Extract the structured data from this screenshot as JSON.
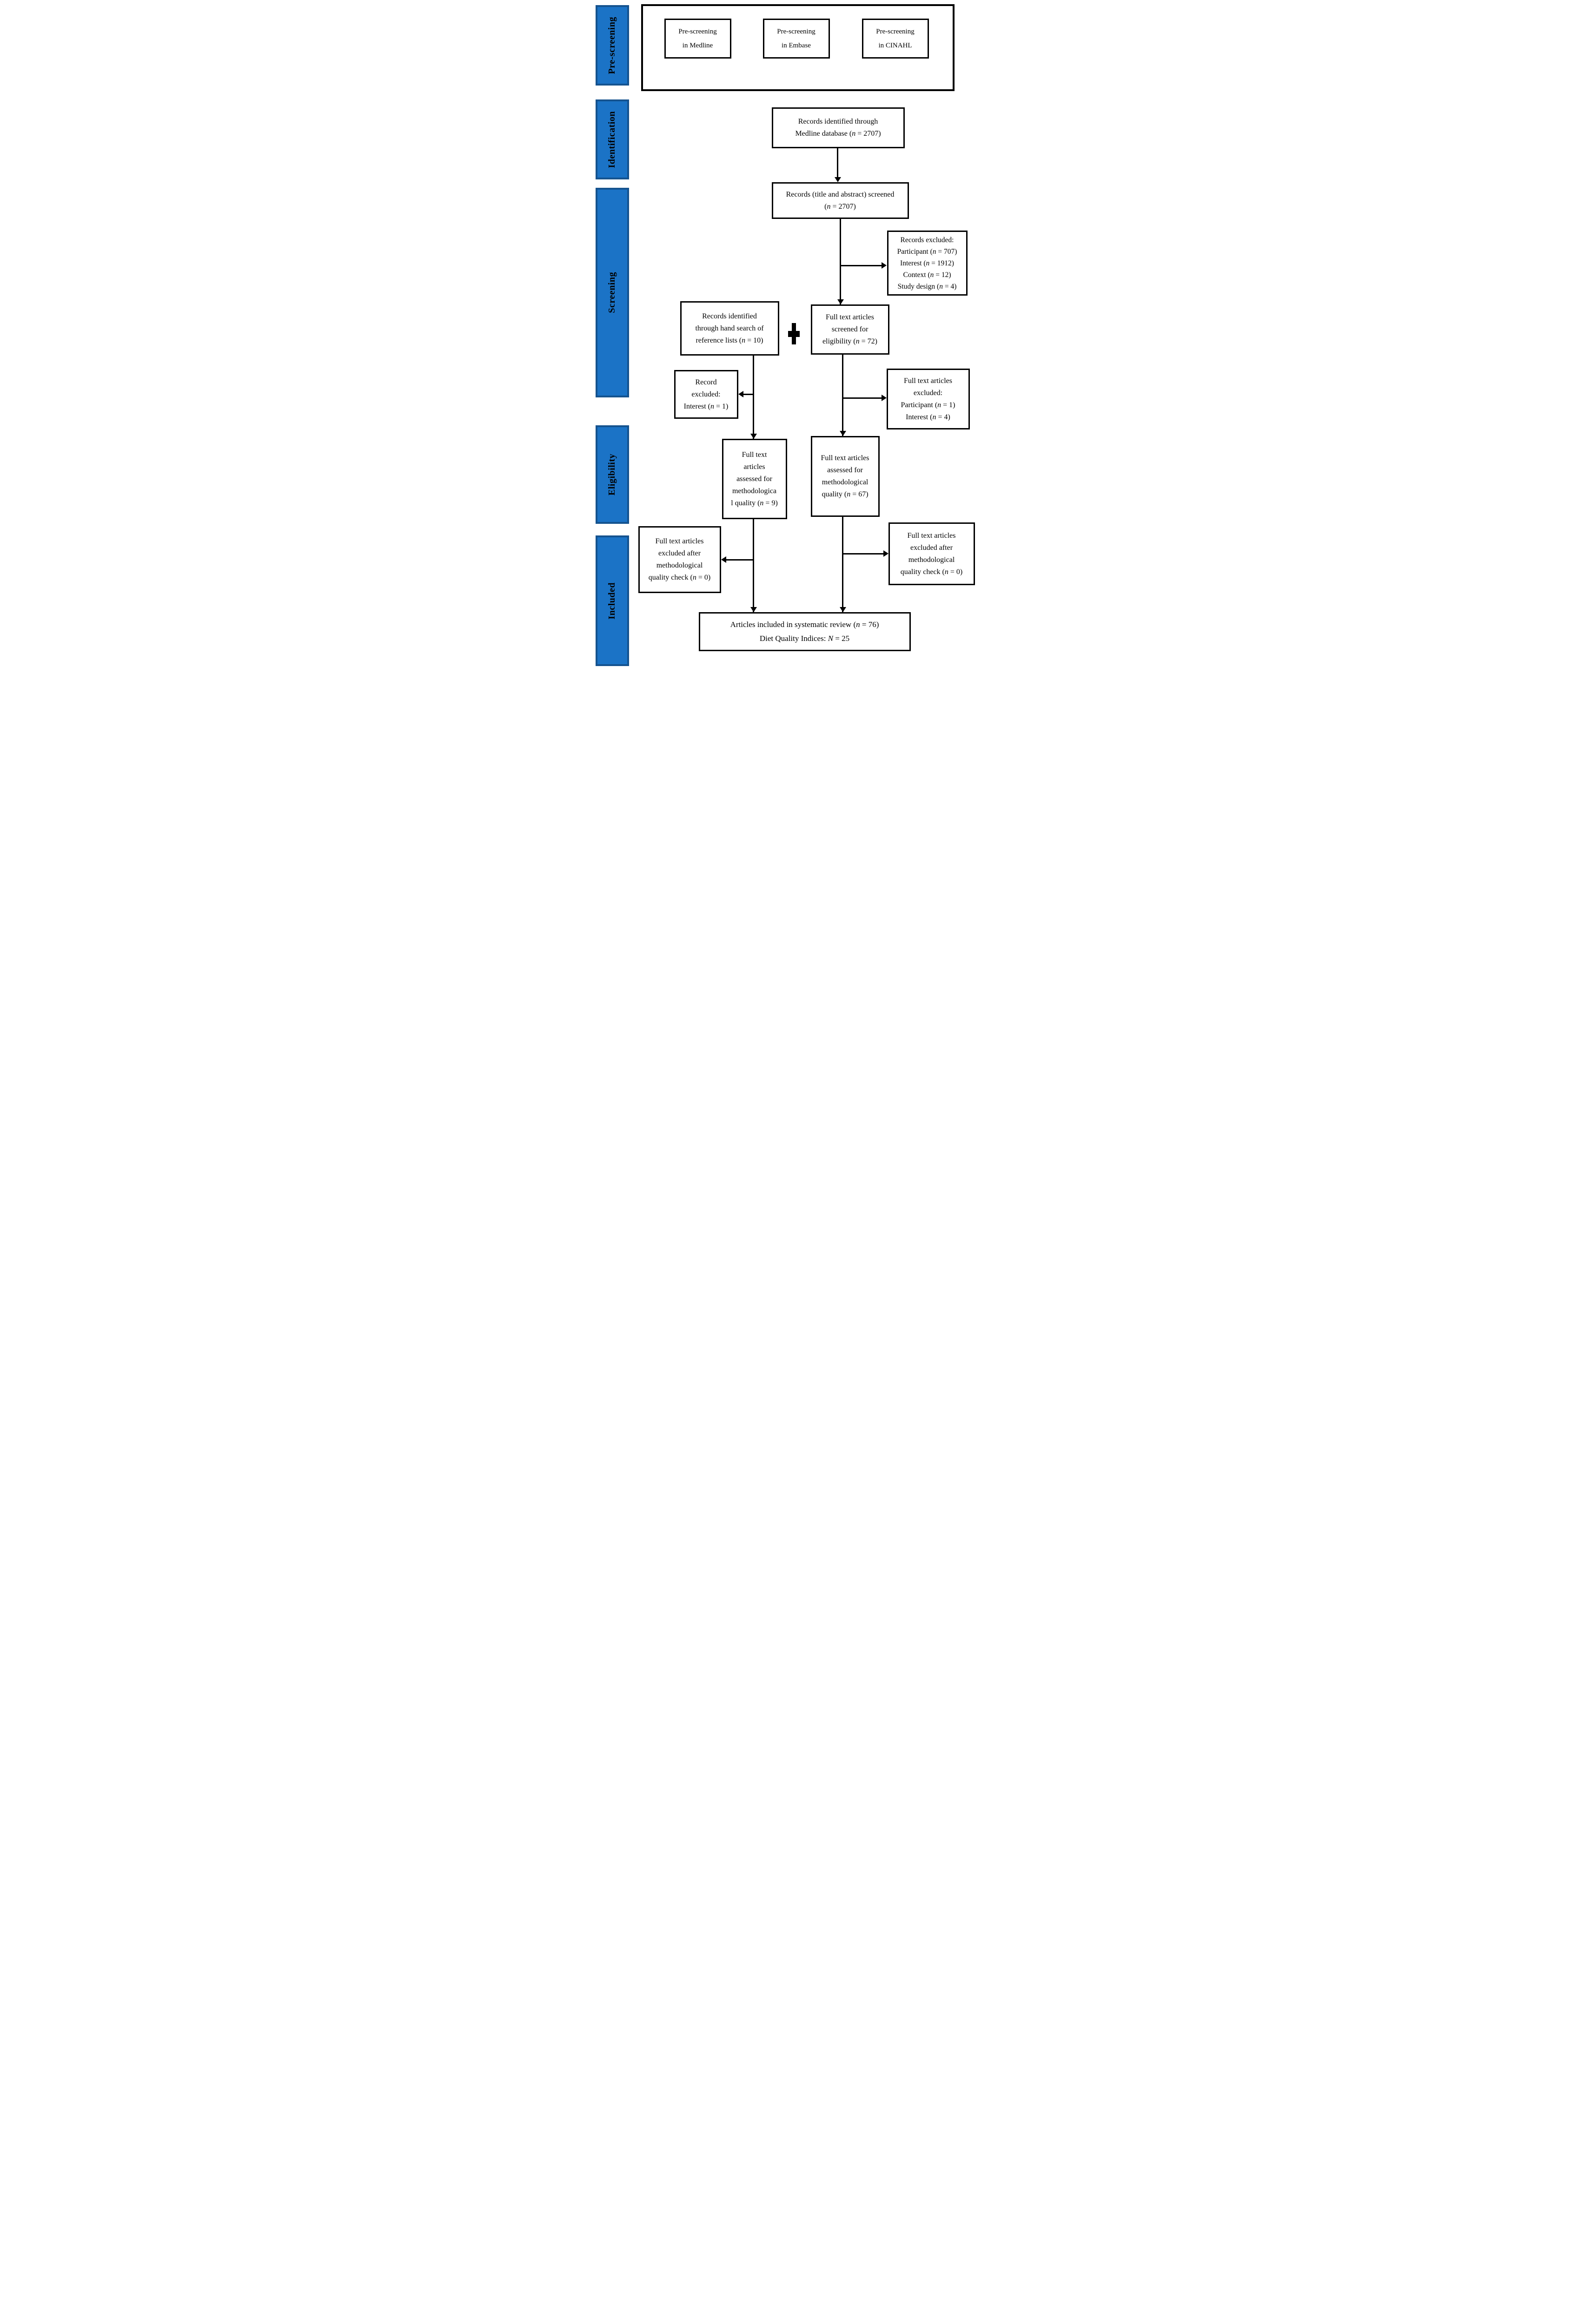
{
  "colors": {
    "stage_fill": "#1b73c6",
    "stage_border": "#15538f",
    "line": "#000000",
    "box_border": "#000000",
    "background": "#ffffff"
  },
  "stages": [
    {
      "label": "Pre-screening"
    },
    {
      "label": "Identification"
    },
    {
      "label": "Screening"
    },
    {
      "label": "Eligibility"
    },
    {
      "label": "Included"
    }
  ],
  "prescreening": {
    "boxes": [
      {
        "lines": [
          "Pre-screening",
          "in Medline"
        ]
      },
      {
        "lines": [
          "Pre-screening",
          "in Embase"
        ]
      },
      {
        "lines": [
          "Pre-screening",
          "in CINAHL"
        ]
      }
    ]
  },
  "boxes": {
    "records_identified": {
      "lines": [
        "Records identified through",
        "Medline database (n = 2707)"
      ]
    },
    "records_screened": {
      "lines": [
        "Records (title and abstract) screened",
        "(n = 2707)"
      ]
    },
    "records_excluded": {
      "lines": [
        "Records excluded:",
        "Participant (n = 707)",
        "Interest (n = 1912)",
        "Context (n = 12)",
        "Study design (n = 4)"
      ]
    },
    "hand_search": {
      "lines": [
        "Records identified",
        "through hand search of",
        "reference lists (n = 10)"
      ]
    },
    "fulltext_screened": {
      "lines": [
        "Full text articles",
        "screened for",
        "eligibility (n = 72)"
      ]
    },
    "record_excluded": {
      "lines": [
        "Record",
        "excluded:",
        "Interest (n = 1)"
      ]
    },
    "fulltext_excluded": {
      "lines": [
        "Full text articles",
        "excluded:",
        "Participant (n = 1)",
        "Interest (n = 4)"
      ]
    },
    "assessed_hand": {
      "lines": [
        "Full text",
        "articles",
        "assessed for",
        "methodologica",
        "l quality (n = 9)"
      ]
    },
    "assessed_main": {
      "lines": [
        "Full text articles",
        "assessed for",
        "methodological",
        "quality (n = 67)"
      ]
    },
    "quality_excluded_left": {
      "lines": [
        "Full text articles",
        "excluded after",
        "methodological",
        "quality check (n = 0)"
      ]
    },
    "quality_excluded_right": {
      "lines": [
        "Full text articles",
        "excluded after",
        "methodological",
        "quality check (n = 0)"
      ]
    },
    "included": {
      "lines": [
        "Articles included in systematic review (n = 76)",
        "Diet Quality Indices: N = 25"
      ]
    }
  },
  "icons": {
    "plus": "+"
  }
}
